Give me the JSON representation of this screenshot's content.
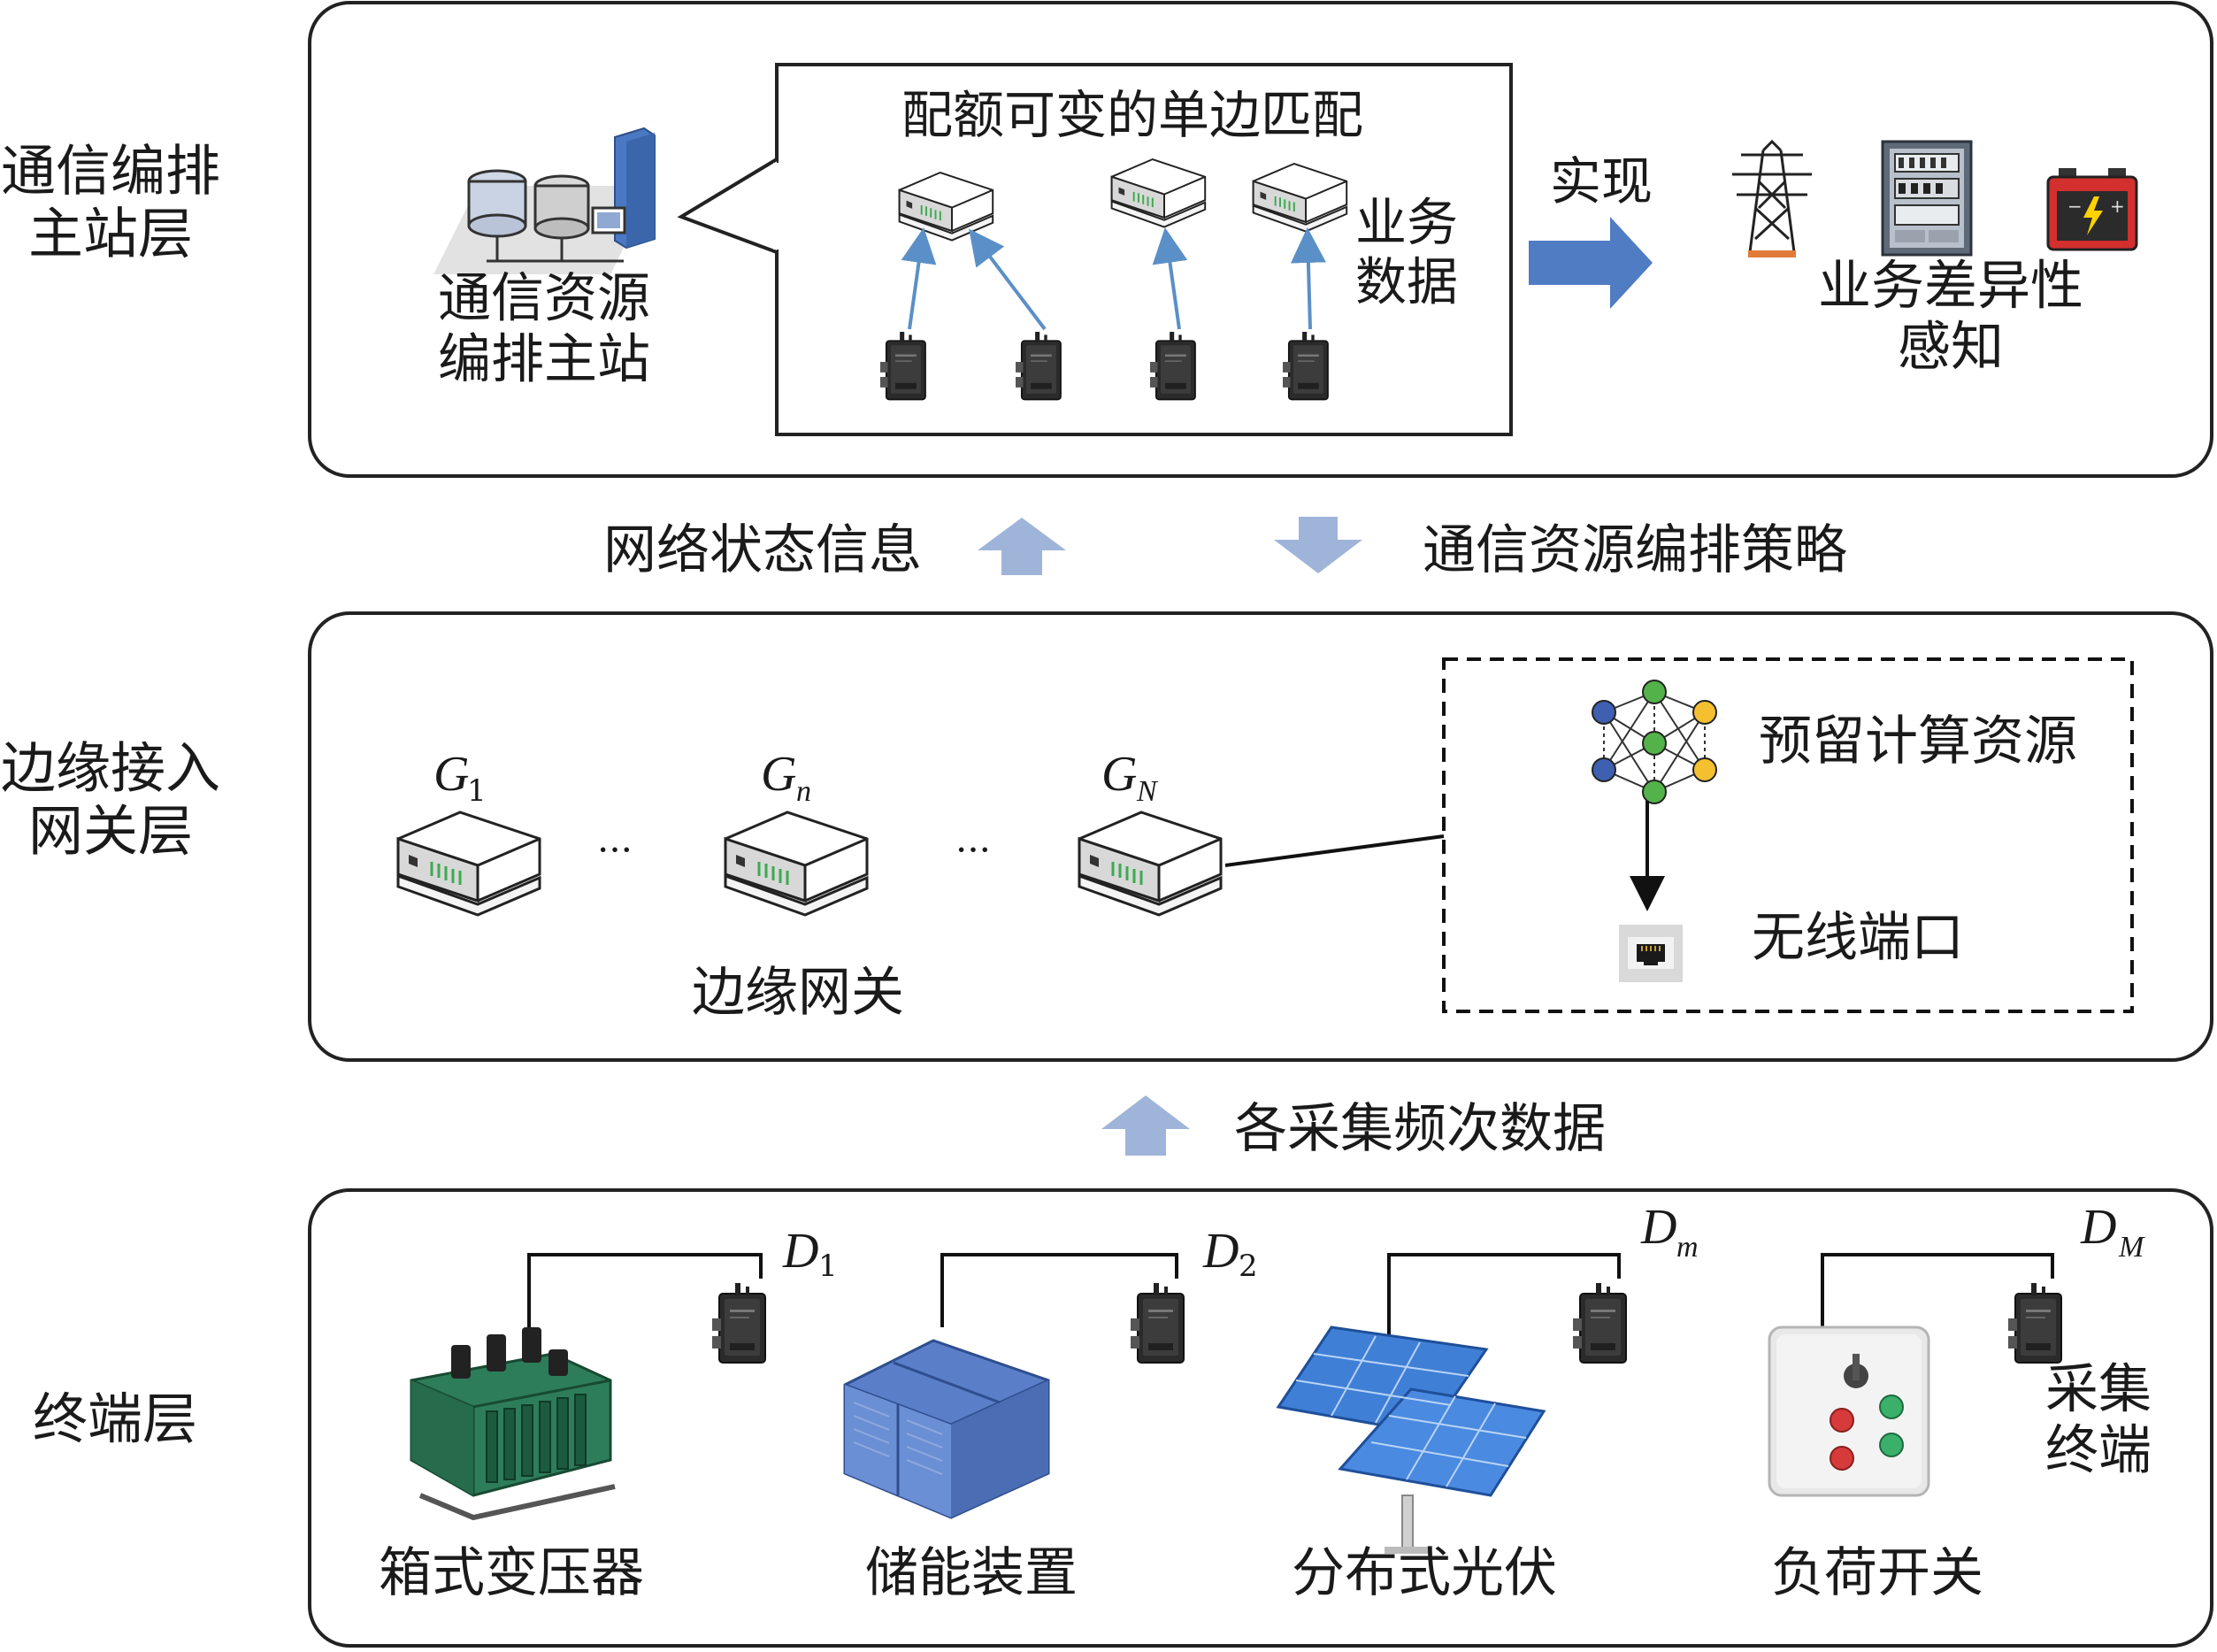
{
  "layers": {
    "top": "通信编排\n主站层",
    "middle": "边缘接入\n网关层",
    "bottom": "终端层"
  },
  "master_station": {
    "label": "通信资源\n编排主站",
    "bubble_title": "配额可变的单边匹配",
    "business_data": "业务\n数据",
    "realize": "实现",
    "perception": "业务差异性\n感知"
  },
  "flows": {
    "up": "网络状态信息",
    "down": "通信资源编排策略",
    "collect": "各采集频次数据"
  },
  "gateways": {
    "items": [
      {
        "letter": "G",
        "sub": "1"
      },
      {
        "letter": "G",
        "sub": "n"
      },
      {
        "letter": "G",
        "sub": "N"
      }
    ],
    "ellipsis": "···",
    "label": "边缘网关",
    "compute": "预留计算资源",
    "wireless": "无线端口"
  },
  "terminals": {
    "devices": [
      {
        "letter": "D",
        "sub": "1",
        "name": "箱式变压器"
      },
      {
        "letter": "D",
        "sub": "2",
        "name": "储能装置"
      },
      {
        "letter": "D",
        "sub": "m",
        "name": "分布式光伏"
      },
      {
        "letter": "D",
        "sub": "M",
        "name": "负荷开关"
      }
    ],
    "collector": "采集\n终端"
  },
  "colors": {
    "arrow_blue": "#9fb4d9",
    "realize_arrow": "#4f7cc3",
    "link_arrow": "#5b8fc7",
    "server_blue": "#4a78c2",
    "solar_blue": "#3f7fd6",
    "transformer_green": "#2e7d5a"
  }
}
